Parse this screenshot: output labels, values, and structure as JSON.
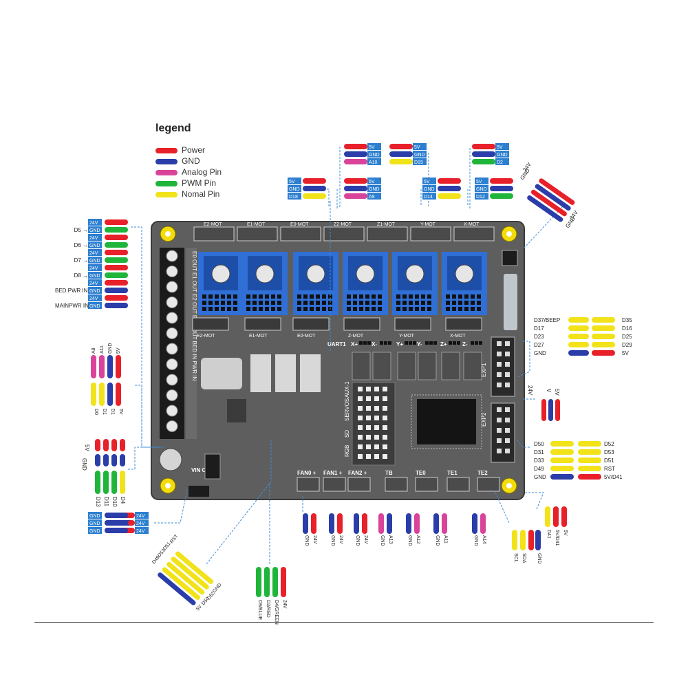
{
  "colors": {
    "power": "#e8202a",
    "gnd": "#2a3da8",
    "analog": "#d9449a",
    "pwm": "#1fb53a",
    "normal": "#f2e21a",
    "board": "#5e5e5e",
    "tag": "#2d7fd0",
    "hole": "#f3dc0a"
  },
  "legend": {
    "title": "legend",
    "items": [
      {
        "label": "Power",
        "color": "#e8202a"
      },
      {
        "label": "GND",
        "color": "#2a3da8"
      },
      {
        "label": "Analog Pin",
        "color": "#d9449a"
      },
      {
        "label": "PWM Pin",
        "color": "#1fb53a"
      },
      {
        "label": "Nomal Pin",
        "color": "#f2e21a"
      }
    ]
  },
  "board": {
    "motor_top": [
      "E2-MOT",
      "E1-MOT",
      "E0-MOT",
      "Z2-MOT",
      "Z1-MOT",
      "Y-MOT",
      "X-MOT"
    ],
    "motor_mid": [
      "E2-MOT",
      "E1-MOT",
      "E0-MOT",
      "Z-MOT",
      "Y-MOT",
      "X-MOT"
    ],
    "endstops": [
      "UART1",
      "X+",
      "X-",
      "Y+",
      "Y-",
      "Z+",
      "Z-"
    ],
    "fans": [
      "FAN0 +",
      "FAN1 +",
      "FAN2 +",
      "TB",
      "TE0",
      "TE1",
      "TE2"
    ],
    "side_labels": [
      "E0",
      "E1",
      "E2",
      "HB",
      "HBIN",
      "PWR"
    ],
    "vertical_labels": [
      "AUX-1",
      "SERVOS",
      "SD",
      "RGB",
      "EXP2",
      "EXP1"
    ],
    "terminal_text": "E0 OUT E1 OUT E2 OUT BED OUT BED IN PWR IN",
    "vin_out": "VIN OUT"
  },
  "left_heater": {
    "rows": [
      {
        "tag": "24V",
        "label": ""
      },
      {
        "tag": "GND",
        "label": "D5 →"
      },
      {
        "tag": "24V",
        "label": ""
      },
      {
        "tag": "GND",
        "label": "D6 →"
      },
      {
        "tag": "24V",
        "label": ""
      },
      {
        "tag": "GND",
        "label": "D7 →"
      },
      {
        "tag": "24V",
        "label": ""
      },
      {
        "tag": "GND",
        "label": "D8 →"
      },
      {
        "tag": "24V",
        "label": ""
      },
      {
        "tag": "GND",
        "label": "BED PWR IN"
      },
      {
        "tag": "24V",
        "label": ""
      },
      {
        "tag": "GND",
        "label": "MAINPWR IN"
      }
    ]
  },
  "top_connectors": [
    {
      "tags": [
        "5V",
        "GND",
        "A10"
      ]
    },
    {
      "tags": [
        "5V",
        "GND",
        "D15"
      ]
    },
    {
      "tags": [
        "5V",
        "GND",
        "D2"
      ]
    },
    {
      "tags": [
        "5V",
        "GND",
        "D18"
      ]
    },
    {
      "tags": [
        "5V",
        "GND",
        "A9"
      ]
    },
    {
      "tags": [
        "5V",
        "GND",
        "D14"
      ]
    },
    {
      "tags": [
        "5V",
        "GND",
        "D12"
      ]
    }
  ],
  "top_right_fan": {
    "labels": [
      "24V",
      "GND",
      "24V",
      "GND"
    ]
  },
  "exp1": {
    "left": [
      "D37/BEEP",
      "D17",
      "D23",
      "D27",
      "GND"
    ],
    "right": [
      "D35",
      "D16",
      "D25",
      "D29",
      "5V"
    ]
  },
  "exp2": {
    "left": [
      "D50",
      "D31",
      "D33",
      "D49",
      "GND"
    ],
    "right": [
      "D52",
      "D53",
      "D51",
      "RST",
      "5V/D41"
    ]
  },
  "uart_right": {
    "labels": [
      "24V",
      "V",
      "5V"
    ]
  },
  "servos_left": {
    "top": [
      "A8",
      "A11",
      "GND",
      "5V"
    ],
    "bottom": [
      "D0",
      "D1",
      "D1",
      "5V"
    ]
  },
  "left_rgb": {
    "labels": [
      "5V",
      "GND",
      "D4",
      "D10",
      "D11",
      "D13"
    ]
  },
  "left_fan_out": {
    "tags": [
      "GND",
      "24V",
      "GND",
      "24V",
      "GND",
      "24V"
    ]
  },
  "sd_bottom": {
    "labels": [
      "RST",
      "D51",
      "D53",
      "D49",
      "GND",
      "D52",
      "D50",
      "5V"
    ]
  },
  "bottom_rgb": {
    "labels": [
      "24V",
      "D4/GREEN",
      "D3/RED",
      "D9/BLUE"
    ]
  },
  "bottom_fans": {
    "labels": [
      "GND",
      "24V",
      "GND",
      "24V",
      "GND",
      "24V",
      "GND",
      "A13",
      "GND",
      "A12",
      "GND",
      "A11",
      "GND",
      "A14"
    ]
  },
  "bottom_right": {
    "labels": [
      "D41",
      "5V/D41",
      "5V",
      "SCL",
      "SDA",
      "GND"
    ]
  }
}
